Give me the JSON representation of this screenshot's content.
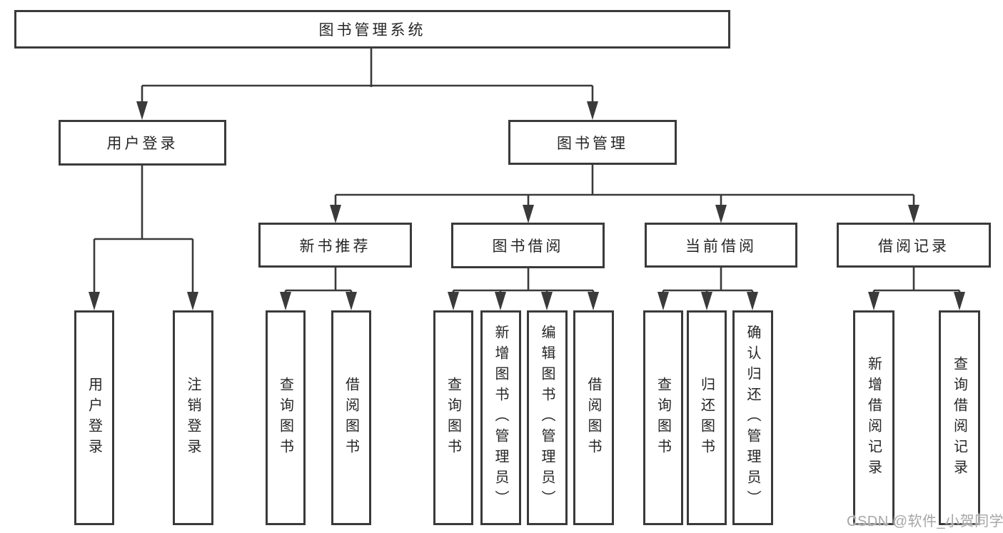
{
  "diagram": {
    "root": "图书管理系统",
    "user_login": {
      "label": "用户登录",
      "children": [
        "用户登录",
        "注销登录"
      ]
    },
    "book_mgmt": {
      "label": "图书管理",
      "sections": [
        {
          "label": "新书推荐",
          "children": [
            "查询图书",
            "借阅图书"
          ]
        },
        {
          "label": "图书借阅",
          "children": [
            "查询图书",
            "新增图书（管理员）",
            "编辑图书（管理员）",
            "借阅图书"
          ]
        },
        {
          "label": "当前借阅",
          "children": [
            "查询图书",
            "归还图书",
            "确认归还（管理员）"
          ]
        },
        {
          "label": "借阅记录",
          "children": [
            "新增借阅记录",
            "查询借阅记录"
          ]
        }
      ]
    }
  },
  "colors": {
    "line": "#3a3a3a",
    "box_border": "#3a3a3a",
    "text": "#262626",
    "watermark": "#a6a6a6"
  },
  "watermark": "CSDN @软件_小贺同学"
}
